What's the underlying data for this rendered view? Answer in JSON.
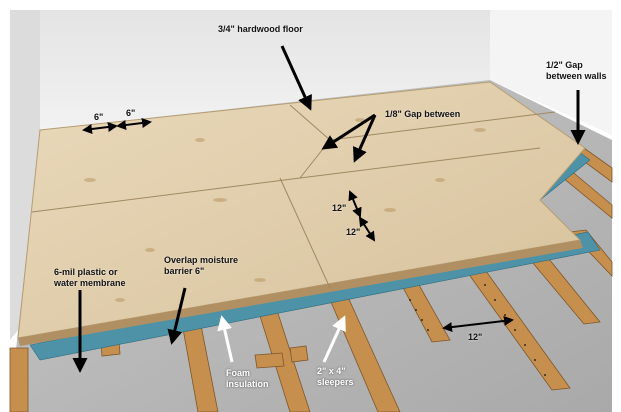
{
  "labels": {
    "hardwood_floor": "3/4\" hardwood floor",
    "gap_walls_line1": "1/2\" Gap",
    "gap_walls_line2": "between walls",
    "gap_between": "1/8\" Gap between",
    "dim_6_left": "6\"",
    "dim_6_right": "6\"",
    "dim_12_top": "12\"",
    "dim_12_bottom": "12\"",
    "dim_12_sleepers": "12\"",
    "plastic_line1": "6-mil plastic or",
    "plastic_line2": "water membrane",
    "overlap_line1": "Overlap moisture",
    "overlap_line2": "barrier 6\"",
    "foam_line1": "Foam",
    "foam_line2": "insulation",
    "sleepers_line1": "2\" x 4\"",
    "sleepers_line2": "sleepers"
  },
  "colors": {
    "plywood": "#e2cfae",
    "foam": "#4f93a8",
    "lumber": "#c9924f",
    "wall": "#e9e9e9",
    "concrete": "#b9b9b9",
    "arrow_dark": "#000000",
    "arrow_light": "#ffffff"
  }
}
